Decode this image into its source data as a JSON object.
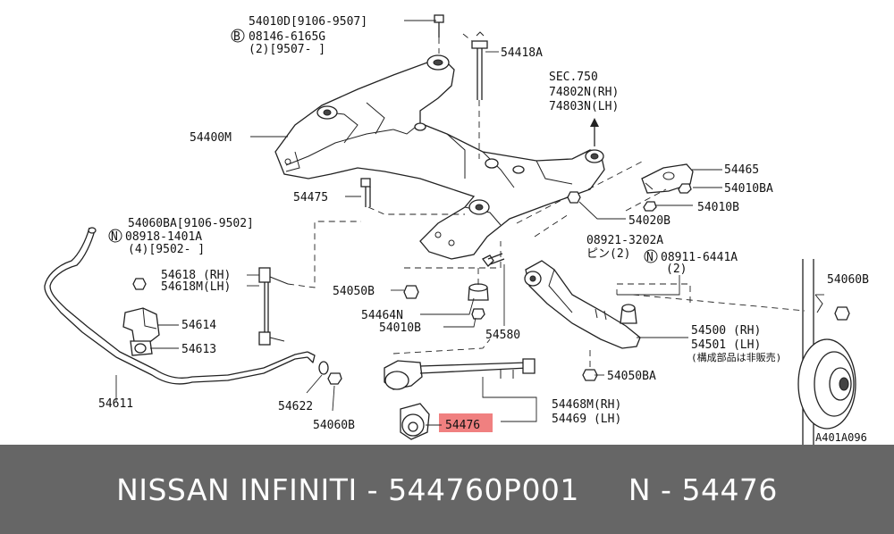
{
  "labels": {
    "l54010D": "54010D[9106-9507]",
    "l08146": "08146-6165G",
    "l2_9507": "(2)[9507-     ]",
    "l54418A": "54418A",
    "lSEC750": "SEC.750",
    "l74802N": "74802N(RH)",
    "l74803N": "74803N(LH)",
    "l54400M": "54400M",
    "l54465": "54465",
    "l54010BA": "54010BA",
    "l54010B_a": "54010B",
    "l54475": "54475",
    "l54020B": "54020B",
    "l54060BA": "54060BA[9106-9502]",
    "l08918": "08918-1401A",
    "l4_9502": "(4)[9502-     ]",
    "l08921": "08921-3202A",
    "lpin2": "ピン(2)",
    "l08911": "08911-6441A",
    "l2b": "(2)",
    "l54060B_r": "54060B",
    "l54618RH": "54618 (RH)",
    "l54618MLH": "54618M(LH)",
    "l54050B": "54050B",
    "l54464N": "54464N",
    "l54010B_b": "54010B",
    "l54580": "54580",
    "l54614": "54614",
    "l54613": "54613",
    "l54500RH": "54500 (RH)",
    "l54501LH": "54501 (LH)",
    "lnote": "(構成部品は非販売)",
    "l54050BA": "54050BA",
    "l54611": "54611",
    "l54622": "54622",
    "l54060B_b": "54060B",
    "l54468MRH": "54468M(RH)",
    "l54469LH": "54469 (LH)",
    "l54476": "54476",
    "lcode": "A401A096",
    "circleB": "B",
    "circleN1": "N",
    "circleN2": "N"
  },
  "colors": {
    "highlight": "#f08080",
    "footer_bg": "#666666",
    "footer_text": "#ffffff"
  },
  "footer": {
    "text": "NISSAN INFINITI - 544760P001     N - 54476"
  }
}
